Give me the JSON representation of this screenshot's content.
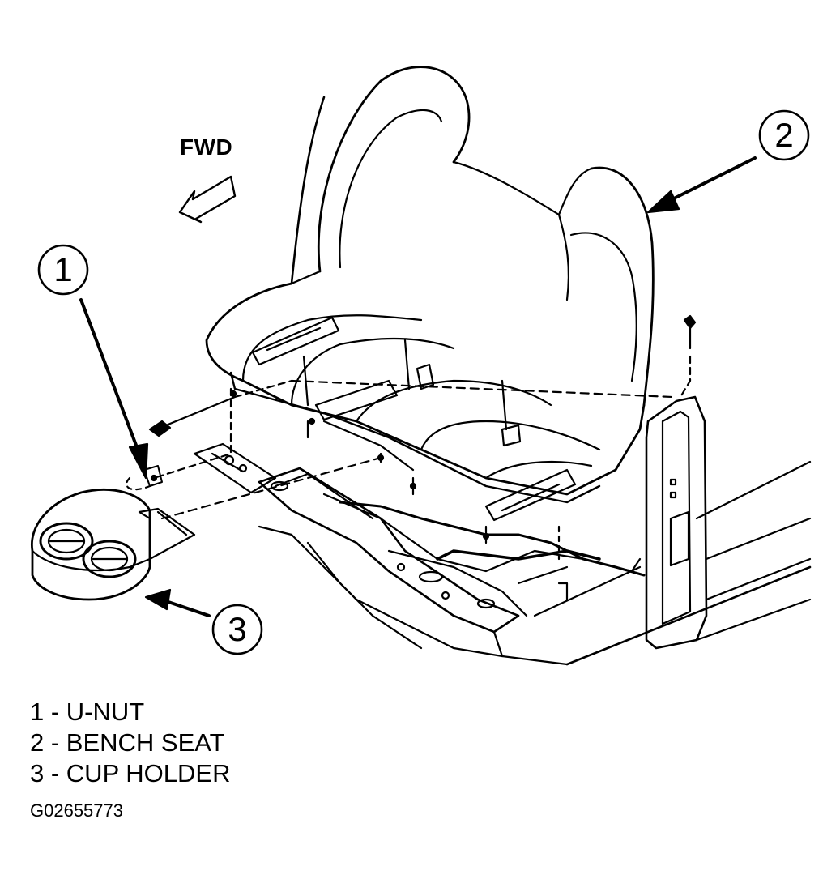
{
  "diagram": {
    "direction_label": "FWD",
    "callouts": [
      {
        "number": "1",
        "name": "U-NUT"
      },
      {
        "number": "2",
        "name": "BENCH SEAT"
      },
      {
        "number": "3",
        "name": "CUP HOLDER"
      }
    ],
    "legend": [
      "1 - U-NUT",
      "2 - BENCH SEAT",
      "3 - CUP HOLDER"
    ],
    "figure_id": "G02655773",
    "colors": {
      "line": "#000000",
      "fill": "#ffffff",
      "shade": "#000000"
    }
  }
}
